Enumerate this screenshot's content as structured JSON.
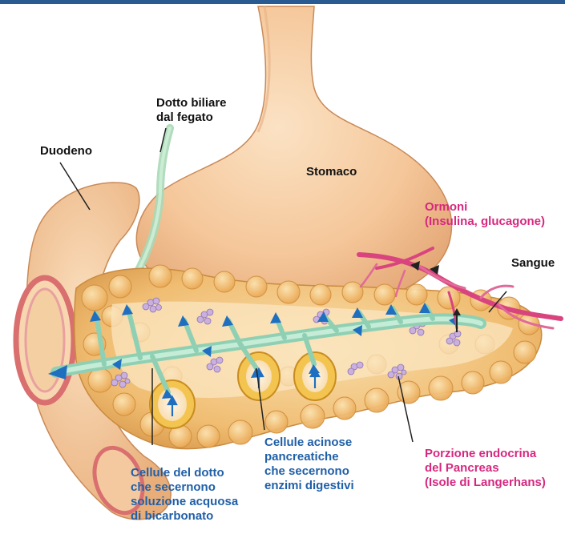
{
  "colors": {
    "top_bar": "#2a5a92",
    "label_black": "#111111",
    "label_blue": "#1f5fa8",
    "label_pink": "#d6287f",
    "stomach": "#f5c79a",
    "pancreas": "#f2c07a",
    "duct": "#8fd0b4",
    "arrow": "#1f6fc0",
    "vessel": "#d9447f",
    "duodenum_rim": "#e08080"
  },
  "labels": {
    "dotto_biliare": "Dotto biliare\ndal fegato",
    "duodeno": "Duodeno",
    "stomaco": "Stomaco",
    "ormoni": "Ormoni\n(Insulina, glucagone)",
    "sangue": "Sangue",
    "cellule_dotto": "Cellule del dotto\nche secernono\nsoluzione acquosa\ndi bicarbonato",
    "cellule_acinose": "Cellule acinose\npancreatiche\nche secernono\nenzimi digestivi",
    "porzione_endocrina": "Porzione endocrina\ndel Pancreas\n(Isole di Langerhans)"
  }
}
